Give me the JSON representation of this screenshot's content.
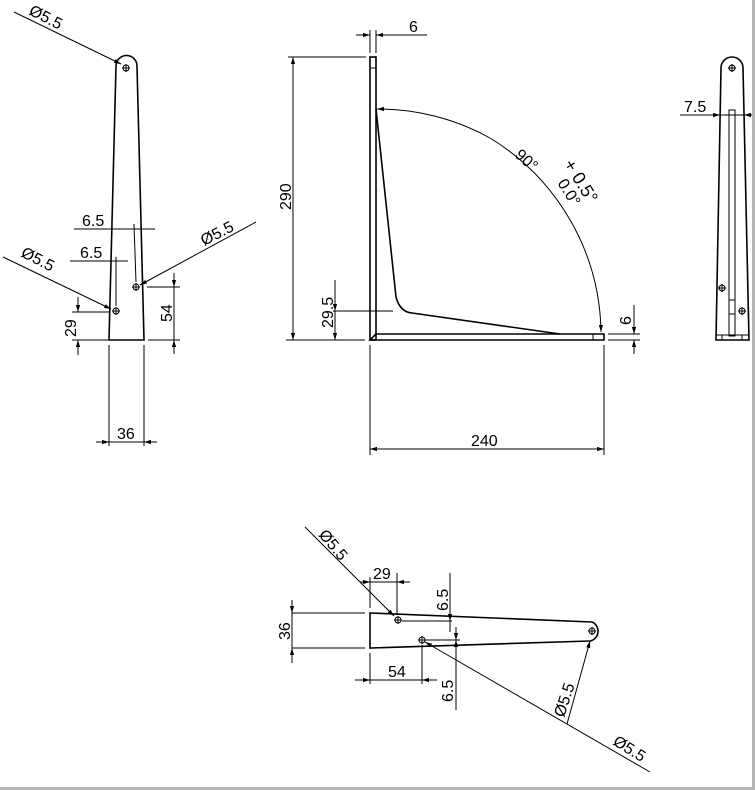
{
  "drawing": {
    "side_view": {
      "top_hole": "Ø5.5",
      "offset_upper": "6.5",
      "offset_lower": "6.5",
      "hole_right": "Ø5.5",
      "hole_left": "Ø5.5",
      "height_29": "29",
      "height_54": "54",
      "width": "36"
    },
    "front_view": {
      "thickness_top": "6",
      "height": "290",
      "angle": "90°",
      "tol_plus": "+ 0.5°",
      "tol_minus": "0.0°",
      "gusset_height": "29.5",
      "thickness_right": "6",
      "length": "240"
    },
    "end_view": {
      "width": "7.5"
    },
    "top_view": {
      "hole_a": "Ø5.5",
      "dim_29": "29",
      "dim_36": "36",
      "offset_upper": "6.5",
      "dim_54": "54",
      "offset_lower": "6.5",
      "hole_end": "Ø5.5",
      "hole_b": "Ø5.5"
    }
  }
}
